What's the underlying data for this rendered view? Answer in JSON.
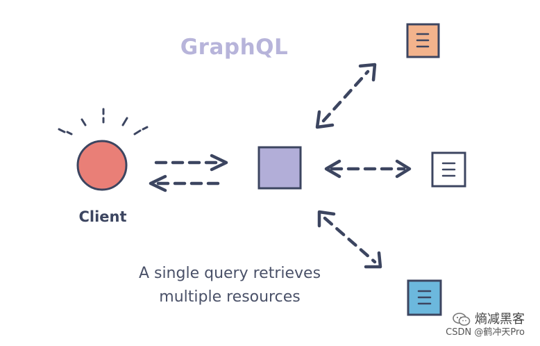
{
  "title": "GraphQL",
  "client_label": "Client",
  "caption": {
    "line1": "A single query retrieves",
    "line2": "multiple resources"
  },
  "watermark": {
    "account": "熵减黑客",
    "credit": "CSDN @鹤冲天Pro",
    "icon": "wechat-icon"
  },
  "colors": {
    "title": "#b7b4da",
    "client_fill": "#e97f77",
    "server_fill": "#b2aed8",
    "outline": "#3c4560",
    "resource_top_fill": "#f3b38c",
    "resource_middle_fill": "#ffffff",
    "resource_bottom_fill": "#6cb8dd"
  }
}
